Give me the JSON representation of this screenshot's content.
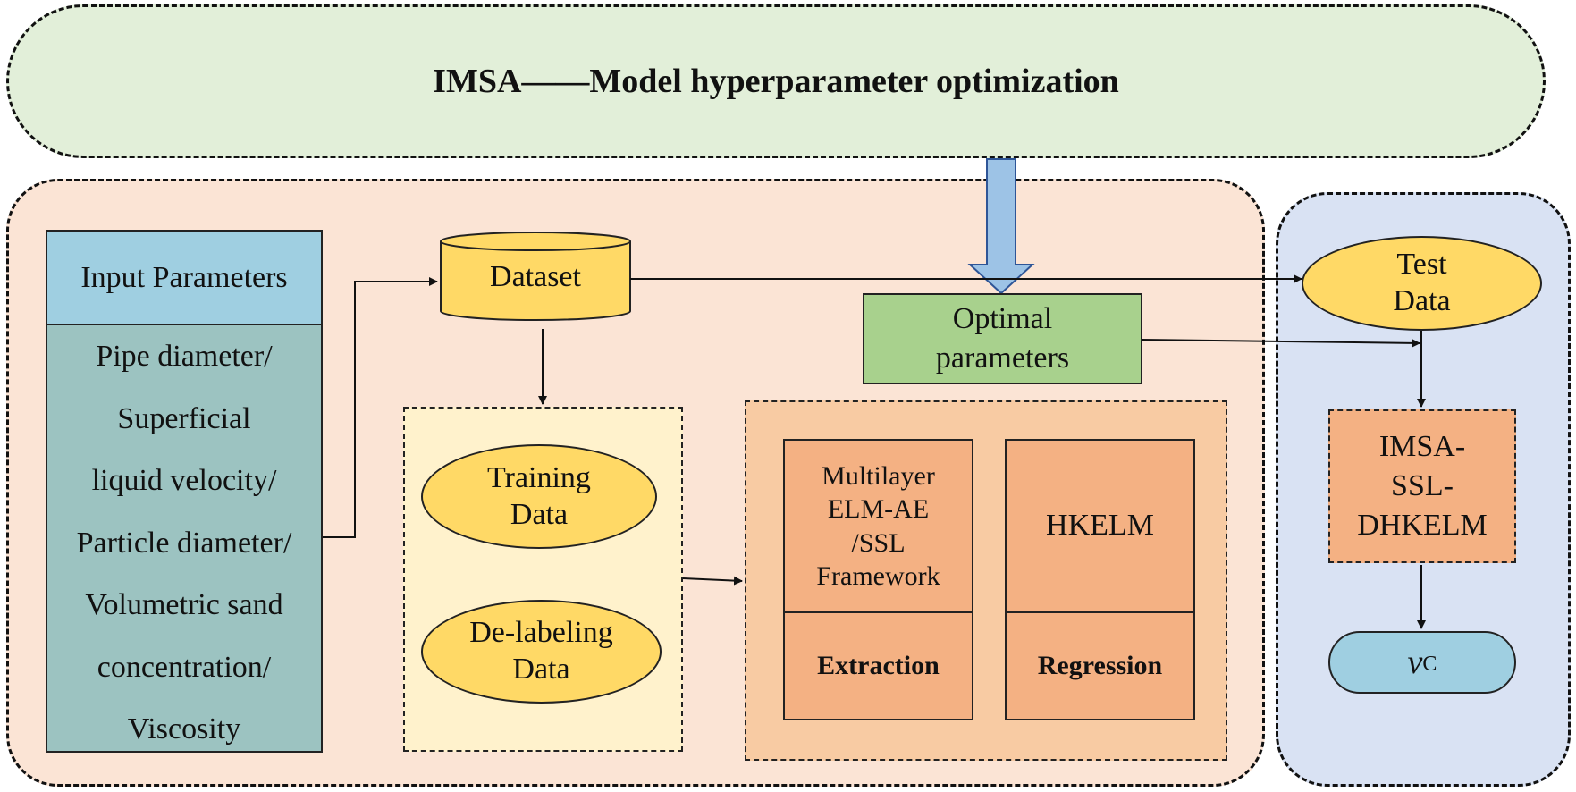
{
  "title": "IMSA——Model hyperparameter optimization",
  "input": {
    "header": "Input Parameters",
    "lines": [
      "Pipe diameter/",
      "Superficial",
      "liquid velocity/",
      "Particle diameter/",
      "Volumetric sand",
      "concentration/",
      "Viscosity"
    ]
  },
  "dataset": "Dataset",
  "training": [
    "Training",
    "Data"
  ],
  "delabel": [
    "De-labeling",
    "Data"
  ],
  "optimal": [
    "Optimal",
    "parameters"
  ],
  "extraction": {
    "lines": [
      "Multilayer",
      "ELM-AE",
      "/SSL",
      "Framework"
    ],
    "label": "Extraction"
  },
  "regression": {
    "name": "HKELM",
    "label": "Regression"
  },
  "test": [
    "Test",
    "Data"
  ],
  "result": [
    "IMSA-",
    "SSL-",
    "DHKELM"
  ],
  "output": {
    "symbol": "v",
    "subscript": "C"
  },
  "colors": {
    "top_region": "#e2efd9",
    "left_region": "#fbe4d5",
    "right_region": "#d9e2f3",
    "data_yellow": "#ffd966",
    "optimal_green": "#a8d18d",
    "model_orange": "#f4b183",
    "input_header": "#9fcfe1",
    "input_body": "#9cc3c1",
    "arrow_blue": "#9dc3e6"
  }
}
